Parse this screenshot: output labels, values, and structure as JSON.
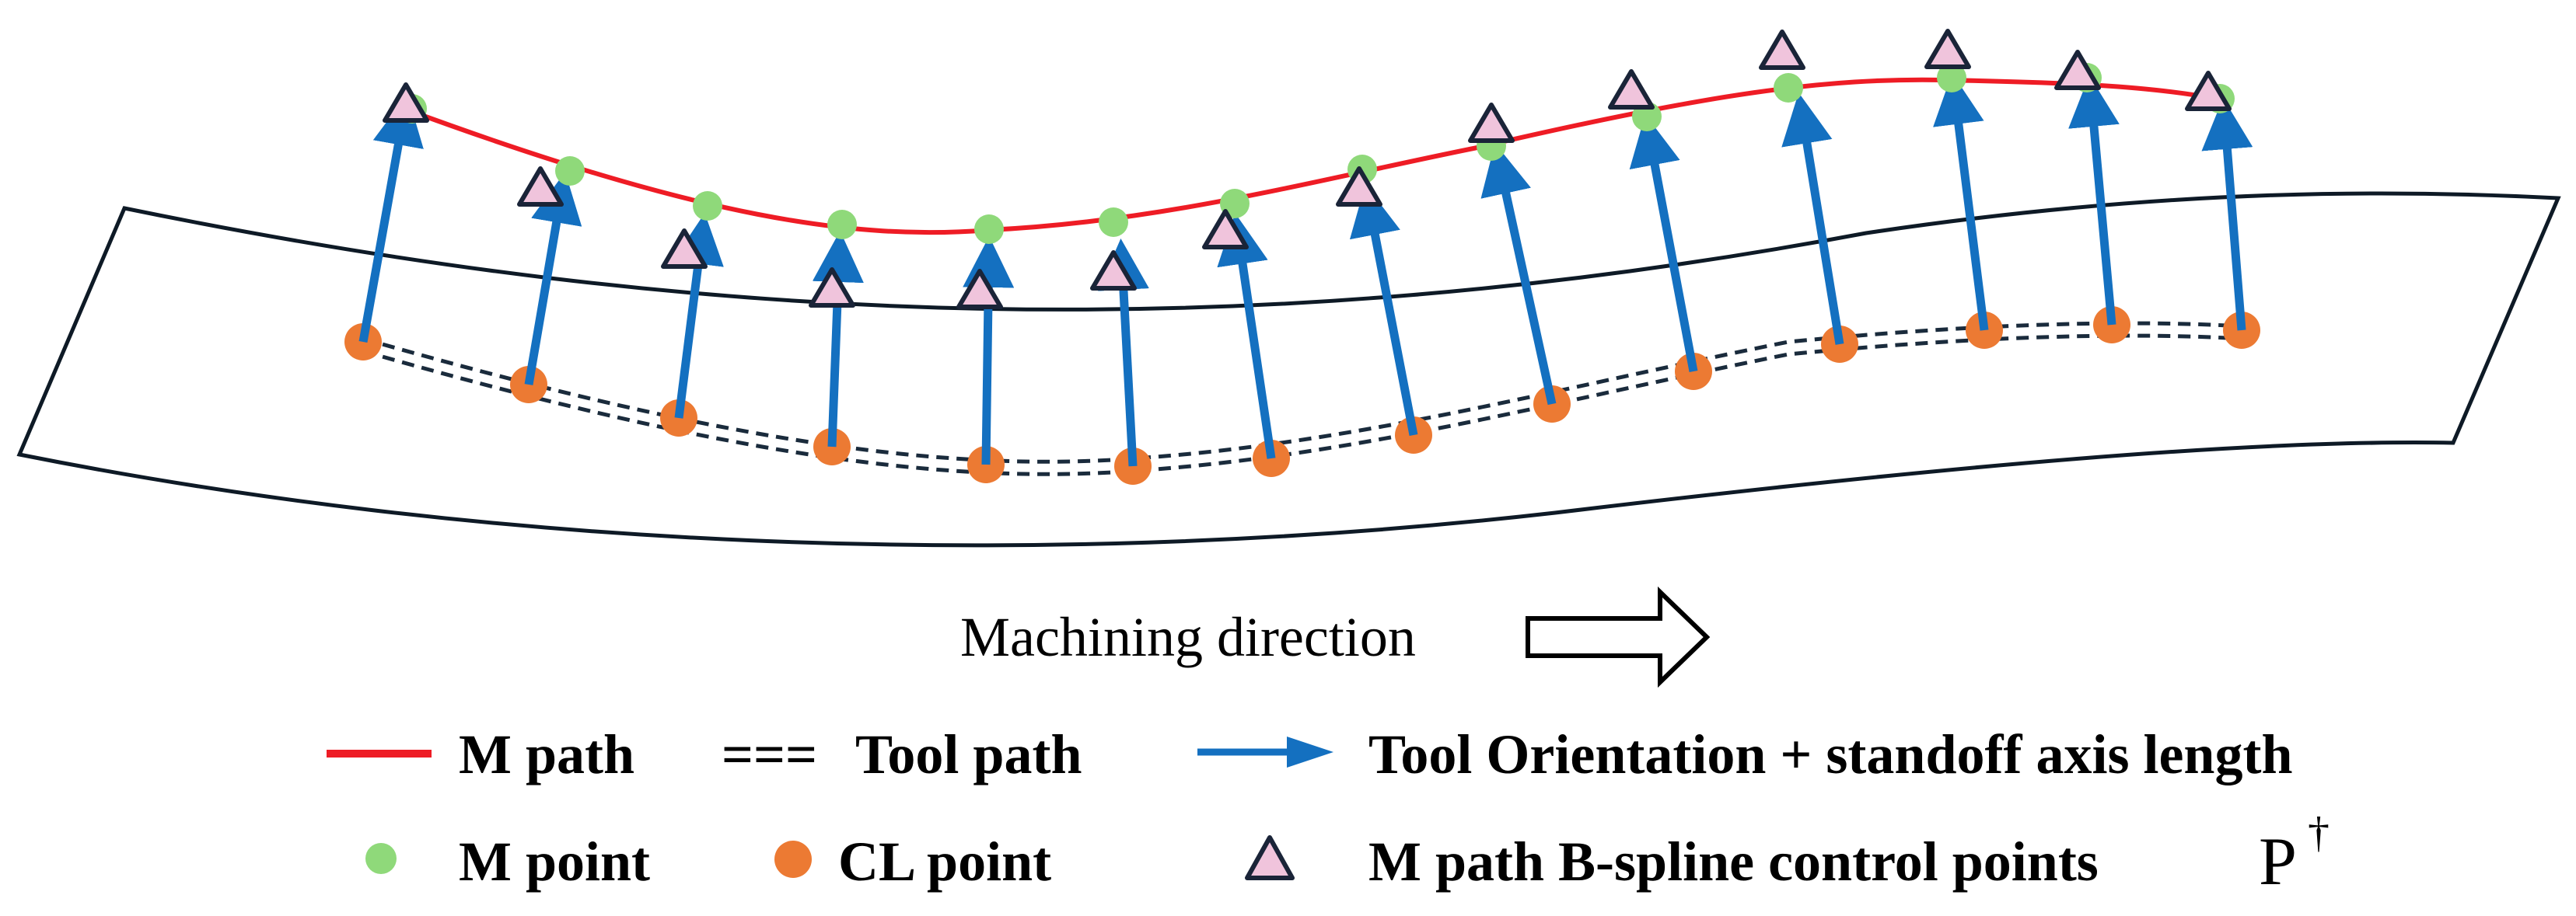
{
  "direction_label": "Machining direction",
  "legend": {
    "m_path": "M path",
    "tool_path_marker": "===",
    "tool_path": "Tool path",
    "tool_orientation": "Tool Orientation + standoff axis length",
    "m_point": "M point",
    "cl_point": "CL point",
    "control_points": "M path B-spline control points",
    "control_symbol": "P",
    "control_superscript": "†"
  },
  "colors": {
    "m_path": "#ee1c25",
    "tool_path": "#1a2b3c",
    "orientation_arrow": "#1470c0",
    "m_point": "#8fd97a",
    "cl_point": "#ec7a33",
    "control_point_fill": "#f0c4dc",
    "control_point_stroke": "#1a2438",
    "surface_outline": "#0e1a26"
  },
  "icons": {
    "direction_arrow": "hollow-right-arrow-icon",
    "control_point": "triangle-icon",
    "m_point": "green-dot-icon",
    "cl_point": "orange-dot-icon"
  }
}
